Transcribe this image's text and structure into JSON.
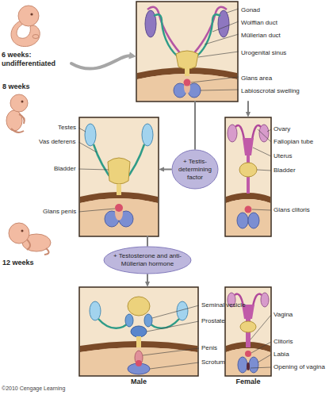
{
  "diagram": {
    "nodes": [
      {
        "text": [
          "6 weeks: undifferentiated"
        ]
      },
      {
        "text": [
          "Gonad",
          "Wolffian duct",
          "Müllerian duct",
          "Urogenital sinus",
          "Glans area",
          "Labioscrotal swelling"
        ]
      },
      {
        "text": [
          "Testes",
          "Vas deferens",
          "Bladder",
          "Glans penis"
        ]
      },
      {
        "text": [
          "+ Testis-determining factor"
        ]
      },
      {
        "text": [
          "Ovary",
          "Fallopian tube",
          "Uterus",
          "Bladder",
          "Glans clitoris"
        ]
      },
      {
        "text": [
          "+ Testosterone and anti-Müllerian hormone"
        ]
      },
      {
        "text": [
          "Seminal vesicle",
          "Prostate",
          "Penis",
          "Scrotum",
          "Male"
        ]
      },
      {
        "text": [
          "Vagina",
          "Clitoris",
          "Labia",
          "Opening of vagina",
          "Female"
        ]
      }
    ],
    "edges": [
      {
        "from": 0,
        "to": 1,
        "arrow": "to"
      },
      {
        "from": 1,
        "to": 3,
        "arrow": "none"
      },
      {
        "from": 3,
        "to": 2,
        "arrow": "to"
      },
      {
        "from": 1,
        "to": 4,
        "arrow": "to"
      },
      {
        "from": 2,
        "to": 5,
        "arrow": "none"
      },
      {
        "from": 5,
        "to": 6,
        "arrow": "to"
      }
    ],
    "labels": [
      "8 weeks",
      "12 weeks",
      "©2010 Cengage Learning"
    ]
  }
}
